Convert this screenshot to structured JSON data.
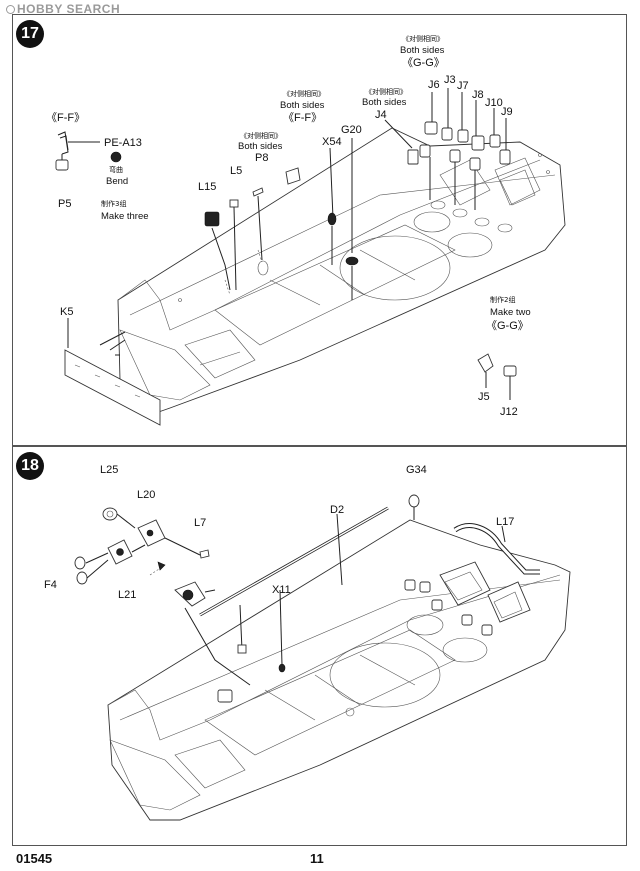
{
  "watermark": "HOBBY SEARCH",
  "footer": {
    "code": "01545",
    "page": "11"
  },
  "steps": [
    {
      "number": "17",
      "labels": {
        "ff_note1": "《F-F》",
        "pe_a13": "PE-A13",
        "bend_cn": "弯曲",
        "bend": "Bend",
        "p5": "P5",
        "make_three_cn": "制作3组",
        "make_three": "Make three",
        "l15": "L15",
        "l5": "L5",
        "both_sides_cn_1": "《对侧相同》",
        "both_sides_1": "Both sides",
        "p8": "P8",
        "both_sides_cn_2": "《对侧相同》",
        "both_sides_2": "Both sides",
        "ff_note2": "《F-F》",
        "x54": "X54",
        "g20": "G20",
        "both_sides_cn_3": "《对侧相同》",
        "both_sides_3": "Both sides",
        "j4": "J4",
        "both_sides_cn_4": "《对侧相同》",
        "both_sides_4": "Both sides",
        "gg_note1": "《G-G》",
        "j6": "J6",
        "j3": "J3",
        "j7": "J7",
        "j8": "J8",
        "j10": "J10",
        "j9": "J9",
        "k5": "K5",
        "make_two_cn": "制作2组",
        "make_two": "Make two",
        "gg_note2": "《G-G》",
        "j5": "J5",
        "j12": "J12"
      }
    },
    {
      "number": "18",
      "labels": {
        "l25": "L25",
        "l20": "L20",
        "l7": "L7",
        "f4": "F4",
        "l21": "L21",
        "d2": "D2",
        "x11": "X11",
        "g34": "G34",
        "l17": "L17"
      }
    }
  ]
}
